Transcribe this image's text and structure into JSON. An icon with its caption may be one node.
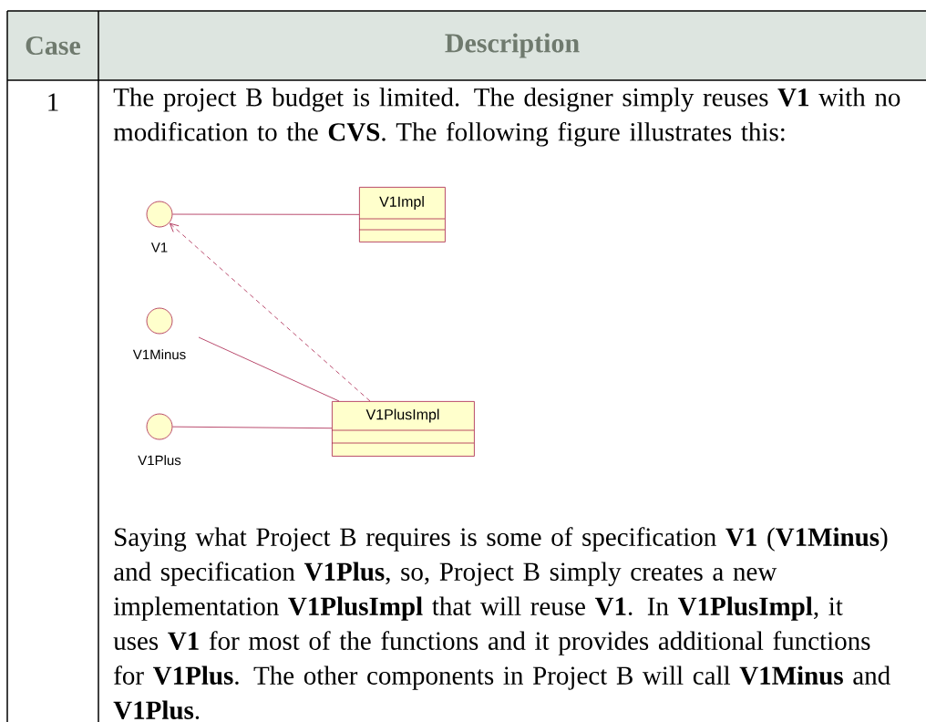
{
  "diagram": {
    "nodes": [
      {
        "text": [
          "V1"
        ]
      },
      {
        "text": [
          "V1Impl"
        ]
      },
      {
        "text": [
          "V1Minus"
        ]
      },
      {
        "text": [
          "V1PlusImpl"
        ]
      },
      {
        "text": [
          "V1Plus"
        ]
      }
    ],
    "edges": [
      {
        "from": 0,
        "to": 1,
        "arrow": "none"
      },
      {
        "from": 3,
        "to": 0,
        "arrow": "to",
        "style": "dashed"
      },
      {
        "from": 2,
        "to": 3,
        "arrow": "none"
      },
      {
        "from": 4,
        "to": 3,
        "arrow": "none"
      }
    ],
    "labels": [
      "Case",
      "Description",
      "1",
      "The project B budget is limited. The designer simply reuses **V1** with no modification to the **CVS**. The following figure illustrates this:",
      "Saying what Project B requires is some of specification **V1** (**V1Minus**) and specification **V1Plus**, so, Project B simply creates a new implementation **V1PlusImpl** that will reuse **V1**. In **V1PlusImpl**, it uses **V1** for most of the functions and it provides additional functions for **V1Plus**. The other components in Project B will call **V1Minus** and **V1Plus**."
    ]
  }
}
